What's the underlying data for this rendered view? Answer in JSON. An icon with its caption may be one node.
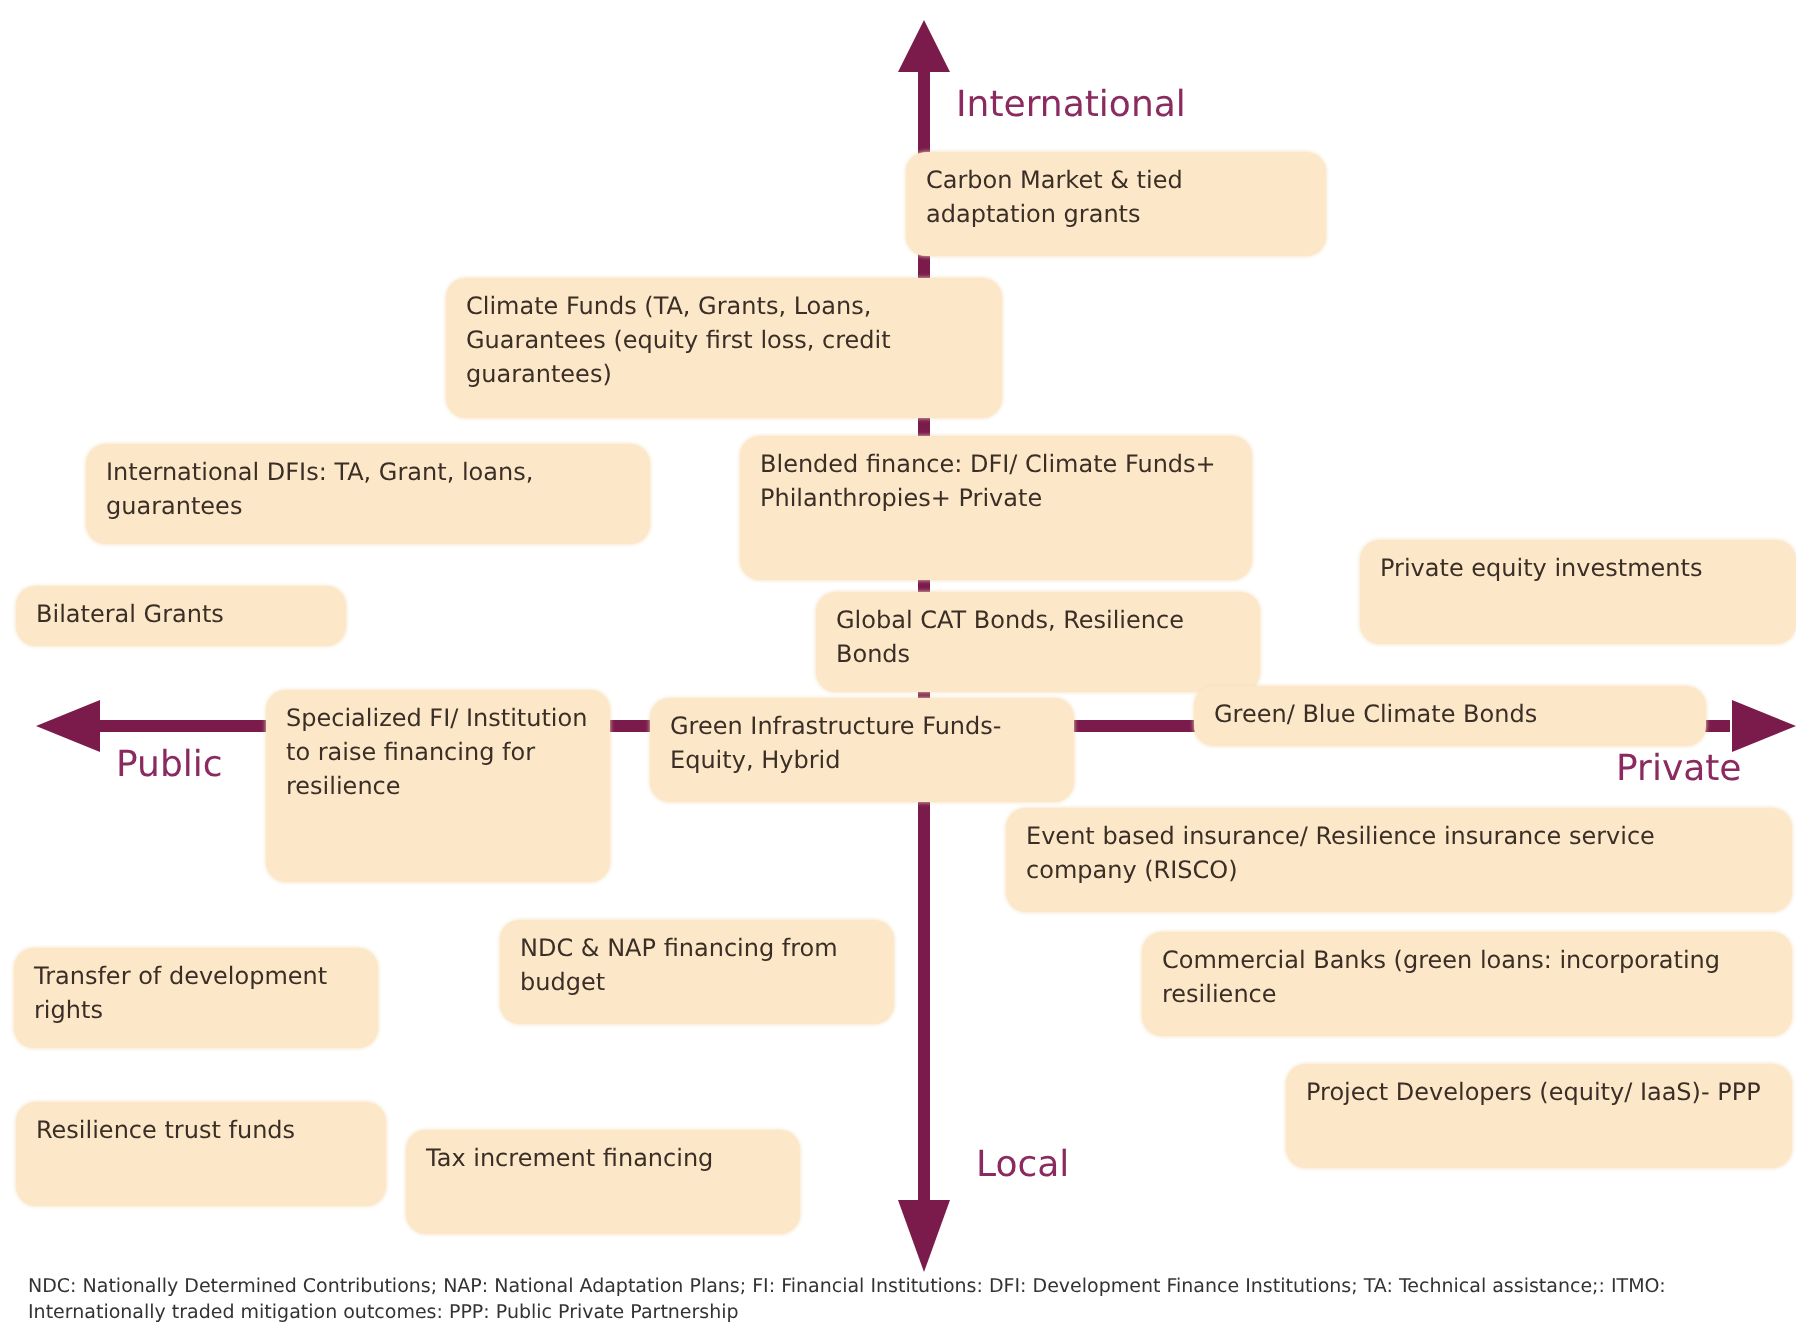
{
  "diagram": {
    "caption": "NDC: Nationally Determined Contributions; NAP: National Adaptation Plans;  FI: Financial Institutions: DFI: Development Finance Institutions; TA: Technical assistance;: ITMO: Internationally traded mitigation outcomes: PPP: Public Private Partnership",
    "nodes": [
      {
        "text": [
          "Carbon Market & tied adaptation grants"
        ]
      },
      {
        "text": [
          "Climate Funds (TA, Grants, Loans, Guarantees (equity first loss, credit guarantees)"
        ]
      },
      {
        "text": [
          "International  DFIs:  TA, Grant, loans, guarantees"
        ]
      },
      {
        "text": [
          "Blended finance: DFI/ Climate Funds+ Philanthropies+ Private"
        ]
      },
      {
        "text": [
          "Private equity investments"
        ]
      },
      {
        "text": [
          "Bilateral Grants"
        ]
      },
      {
        "text": [
          "Global CAT Bonds, Resilience Bonds"
        ]
      },
      {
        "text": [
          "Specialized FI/ Institution to raise financing for resilience"
        ]
      },
      {
        "text": [
          "Green Infrastructure Funds- Equity, Hybrid"
        ]
      },
      {
        "text": [
          "Green/ Blue Climate Bonds"
        ]
      },
      {
        "text": [
          "Event based insurance/ Resilience insurance service company (RISCO)"
        ]
      },
      {
        "text": [
          "NDC & NAP financing from budget"
        ]
      },
      {
        "text": [
          "Transfer of development rights"
        ]
      },
      {
        "text": [
          "Commercial Banks (green loans: incorporating resilience"
        ]
      },
      {
        "text": [
          "Resilience trust funds"
        ]
      },
      {
        "text": [
          "Tax increment financing"
        ]
      },
      {
        "text": [
          "Project Developers (equity/ IaaS)- PPP"
        ]
      }
    ],
    "edges": [],
    "labels": [
      "International",
      "Public",
      "Private",
      "Local"
    ]
  }
}
